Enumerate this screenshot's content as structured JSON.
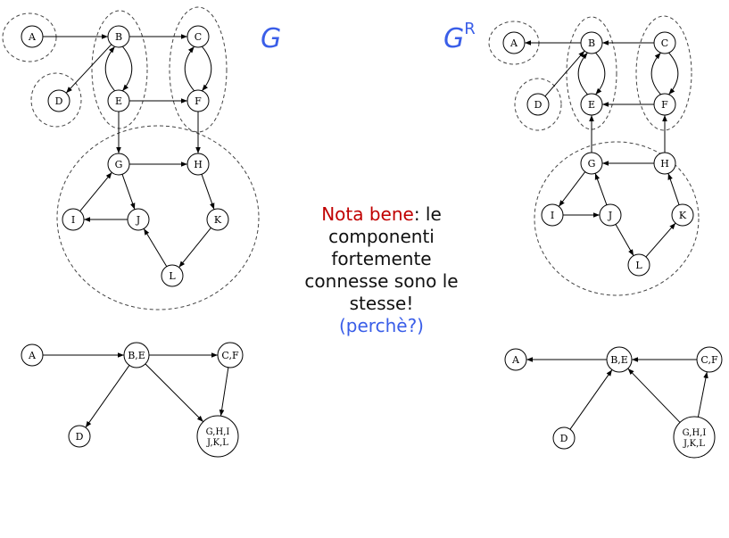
{
  "titles": {
    "g": "G",
    "gr_base": "G",
    "gr_sup": "R"
  },
  "note": {
    "highlight": "Nota bene",
    "body": ": le componenti fortemente connesse sono le stesse!",
    "question": "(perchè?)"
  },
  "colors": {
    "title": "#3a5ee8",
    "highlight": "#c00000",
    "question": "#3a5ee8"
  },
  "graph_g": {
    "nodes": [
      "A",
      "B",
      "C",
      "D",
      "E",
      "F",
      "G",
      "H",
      "I",
      "J",
      "K",
      "L"
    ],
    "edges": [
      [
        "A",
        "B"
      ],
      [
        "B",
        "C"
      ],
      [
        "B",
        "D"
      ],
      [
        "B",
        "E"
      ],
      [
        "E",
        "B"
      ],
      [
        "C",
        "F"
      ],
      [
        "F",
        "C"
      ],
      [
        "E",
        "F"
      ],
      [
        "E",
        "G"
      ],
      [
        "F",
        "H"
      ],
      [
        "G",
        "H"
      ],
      [
        "G",
        "J"
      ],
      [
        "J",
        "I"
      ],
      [
        "I",
        "G"
      ],
      [
        "H",
        "K"
      ],
      [
        "K",
        "L"
      ],
      [
        "L",
        "J"
      ]
    ]
  },
  "graph_gr": {
    "nodes": [
      "A",
      "B",
      "C",
      "D",
      "E",
      "F",
      "G",
      "H",
      "I",
      "J",
      "K",
      "L"
    ],
    "edges": [
      [
        "B",
        "A"
      ],
      [
        "C",
        "B"
      ],
      [
        "D",
        "B"
      ],
      [
        "E",
        "B"
      ],
      [
        "B",
        "E"
      ],
      [
        "F",
        "C"
      ],
      [
        "C",
        "F"
      ],
      [
        "F",
        "E"
      ],
      [
        "G",
        "E"
      ],
      [
        "H",
        "F"
      ],
      [
        "H",
        "G"
      ],
      [
        "J",
        "G"
      ],
      [
        "I",
        "J"
      ],
      [
        "G",
        "I"
      ],
      [
        "K",
        "H"
      ],
      [
        "L",
        "K"
      ],
      [
        "J",
        "L"
      ]
    ]
  },
  "dag_g": {
    "nodes": [
      {
        "id": "A",
        "label": "A"
      },
      {
        "id": "BE",
        "label": "B,E"
      },
      {
        "id": "CF",
        "label": "C,F"
      },
      {
        "id": "D",
        "label": "D"
      },
      {
        "id": "GL",
        "label1": "G,H,I",
        "label2": "J,K,L"
      }
    ],
    "edges": [
      [
        "A",
        "BE"
      ],
      [
        "BE",
        "CF"
      ],
      [
        "BE",
        "D"
      ],
      [
        "BE",
        "GL"
      ],
      [
        "CF",
        "GL"
      ]
    ]
  },
  "dag_gr": {
    "nodes": [
      {
        "id": "A",
        "label": "A"
      },
      {
        "id": "BE",
        "label": "B,E"
      },
      {
        "id": "CF",
        "label": "C,F"
      },
      {
        "id": "D",
        "label": "D"
      },
      {
        "id": "GL",
        "label1": "G,H,I",
        "label2": "J,K,L"
      }
    ],
    "edges": [
      [
        "BE",
        "A"
      ],
      [
        "CF",
        "BE"
      ],
      [
        "D",
        "BE"
      ],
      [
        "GL",
        "BE"
      ],
      [
        "GL",
        "CF"
      ]
    ]
  }
}
